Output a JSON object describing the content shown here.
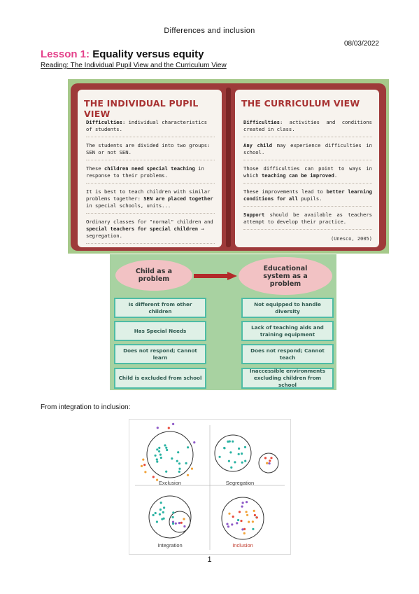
{
  "header": {
    "title": "Differences and inclusion",
    "date": "08/03/2022"
  },
  "lesson": {
    "number": "Lesson 1:",
    "title": "Equality versus equity",
    "reading": "Reading: The Individual Pupil View and the Curriculum View"
  },
  "pupil_view": {
    "title": "THE INDIVIDUAL PUPIL VIEW",
    "items": [
      [
        {
          "b": "Difficulties"
        },
        {
          "t": ": individual characteristics of students."
        }
      ],
      [
        {
          "t": "The students are divided into two groups: SEN or not SEN."
        }
      ],
      [
        {
          "t": "These "
        },
        {
          "b": "children need special teaching"
        },
        {
          "t": " in response to their problems."
        }
      ],
      [
        {
          "t": "It is best to teach children with similar problems together: "
        },
        {
          "b": "SEN are placed together"
        },
        {
          "t": " in special schools, units..."
        }
      ],
      [
        {
          "t": "Ordinary classes for \"normal\" children and "
        },
        {
          "b": "special teachers for special children"
        },
        {
          "t": " → segregation."
        }
      ]
    ]
  },
  "curriculum_view": {
    "title": "THE CURRICULUM VIEW",
    "items": [
      [
        {
          "b": "Difficulties"
        },
        {
          "t": ": activities and conditions created in class."
        }
      ],
      [
        {
          "b": "Any child"
        },
        {
          "t": " may experience difficulties in school."
        }
      ],
      [
        {
          "t": "Those difficulties can point to ways in which "
        },
        {
          "b": "teaching can be improved"
        },
        {
          "t": "."
        }
      ],
      [
        {
          "t": "These improvements lead to "
        },
        {
          "b": "better learning conditions for all"
        },
        {
          "t": " pupils."
        }
      ],
      [
        {
          "b": "Support"
        },
        {
          "t": " should be available as teachers attempt to develop their practice."
        }
      ]
    ],
    "credit": "(Unesco, 2005)"
  },
  "diagram": {
    "left_title": "Child as a problem",
    "right_title": "Educational system as a problem",
    "left_boxes": [
      "Is different from other children",
      "Has Special Needs",
      "Does not respond; Cannot learn",
      "Child is excluded from school"
    ],
    "right_boxes": [
      "Not equipped to handle diversity",
      "Lack of teaching aids and training equipment",
      "Does not respond; Cannot teach",
      "Inaccessible environments excluding children from school"
    ]
  },
  "integration_label": "From integration to inclusion:",
  "circles": {
    "labels": [
      "Exclusion",
      "Segregation",
      "Integration",
      "Inclusion"
    ],
    "inclusion_color": "#c0392b"
  },
  "page_number": "1"
}
